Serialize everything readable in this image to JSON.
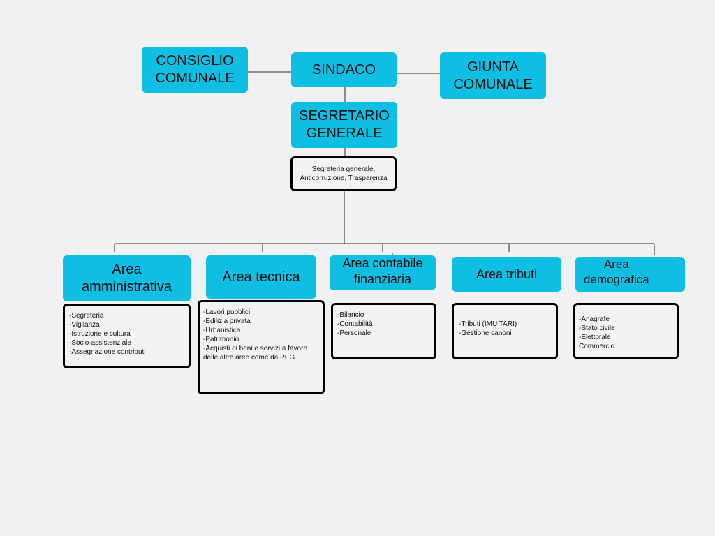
{
  "colors": {
    "node": "#0ebfe3",
    "background": "#f1f1f1",
    "line": "#555555"
  },
  "top": {
    "consiglio": "CONSIGLIO\nCOMUNALE",
    "sindaco": "SINDACO",
    "giunta": "GIUNTA\nCOMUNALE",
    "segretario": "SEGRETARIO\nGENERALE",
    "segretario_box": "Segreteria generale,\nAnticorruzione, Trasparenza"
  },
  "areas": [
    {
      "title": "Area\namministrativa",
      "items": "-Segreteria\n-Vigilanza\n-Istruzione e cultura\n-Socio-assistenziale\n-Assegnazione contributi"
    },
    {
      "title": "Area tecnica",
      "items": "-Lavori pubblici\n-Edilizia privata\n-Urbanistica\n-Patrimonio\n-Acquisti di beni e servizi a favore delle altre aree come da PEG"
    },
    {
      "title": "Area contabile\nfinanziaria",
      "items": "-Bilancio\n-Contabilità\n-Personale"
    },
    {
      "title": "Area tributi",
      "items": "-Tributi (IMU TARI)\n-Gestione canoni"
    },
    {
      "title": "Area\ndemografica",
      "items": "-Anagrafe\n-Stato civile\n-Elettorale\nCommercio"
    }
  ]
}
